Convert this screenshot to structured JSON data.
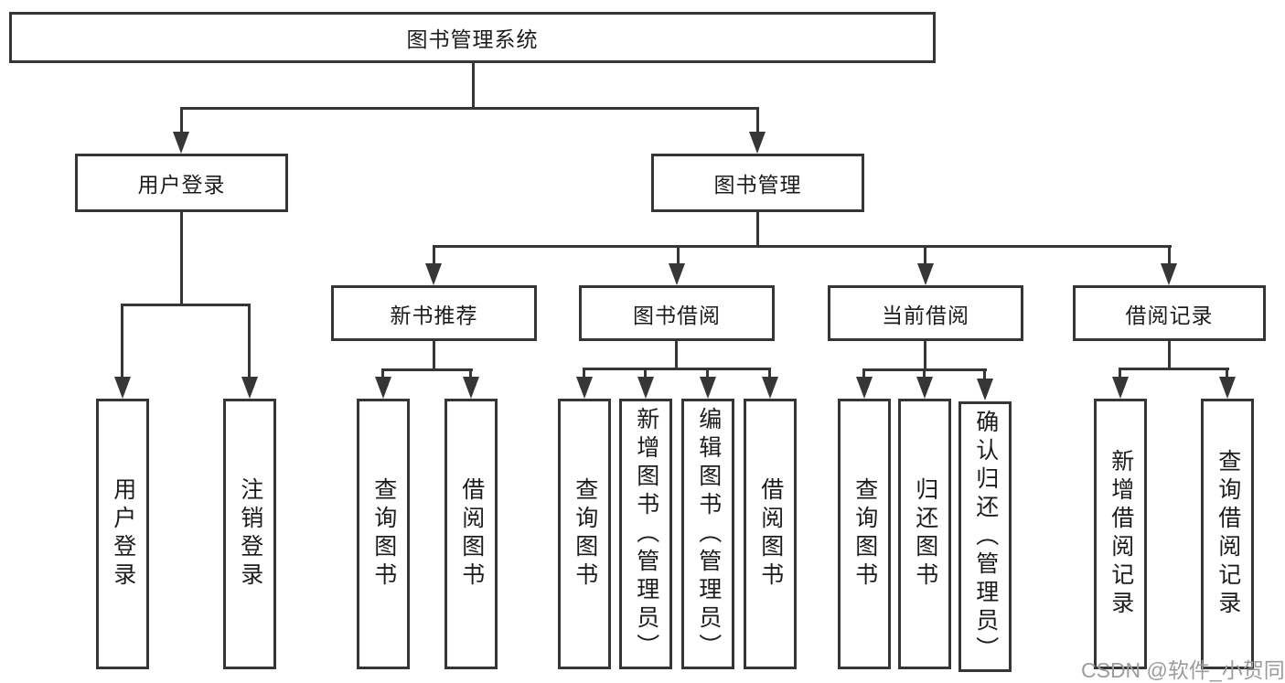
{
  "diagram": {
    "title": "图书管理系统",
    "watermark": "CSDN @软件_小贺同学",
    "colors": {
      "line": "#363636",
      "text": "#1c1c1c",
      "background": "#ffffff",
      "watermark": "#9c9c9c"
    },
    "nodes": {
      "root": "图书管理系统",
      "user_login": "用户登录",
      "book_mgmt": "图书管理",
      "new_rec": "新书推荐",
      "borrow": "图书借阅",
      "current": "当前借阅",
      "records": "借阅记录",
      "leaf_login": "用户登录",
      "leaf_logout": "注销登录",
      "rec_query": "查询图书",
      "rec_borrow": "借阅图书",
      "bb_query": "查询图书",
      "bb_add": "新增图书（管理员）",
      "bb_edit": "编辑图书（管理员）",
      "bb_borrow": "借阅图书",
      "cb_query": "查询图书",
      "cb_return": "归还图书",
      "cb_confirm": "确认归还（管理员）",
      "br_add": "新增借阅记录",
      "br_query": "查询借阅记录"
    },
    "hierarchy": [
      {
        "parent": "图书管理系统",
        "children": [
          "用户登录",
          "图书管理"
        ]
      },
      {
        "parent": "用户登录",
        "children": [
          "用户登录",
          "注销登录"
        ]
      },
      {
        "parent": "图书管理",
        "children": [
          "新书推荐",
          "图书借阅",
          "当前借阅",
          "借阅记录"
        ]
      },
      {
        "parent": "新书推荐",
        "children": [
          "查询图书",
          "借阅图书"
        ]
      },
      {
        "parent": "图书借阅",
        "children": [
          "查询图书",
          "新增图书（管理员）",
          "编辑图书（管理员）",
          "借阅图书"
        ]
      },
      {
        "parent": "当前借阅",
        "children": [
          "查询图书",
          "归还图书",
          "确认归还（管理员）"
        ]
      },
      {
        "parent": "借阅记录",
        "children": [
          "新增借阅记录",
          "查询借阅记录"
        ]
      }
    ]
  }
}
